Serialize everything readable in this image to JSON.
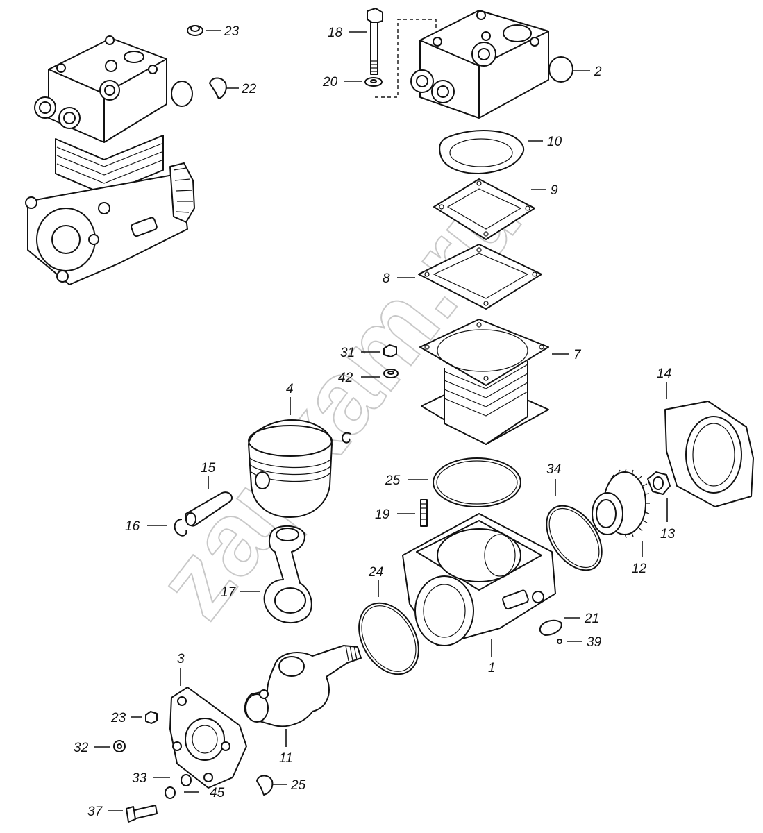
{
  "watermark": "zapkam.ru",
  "colors": {
    "ink": "#111111",
    "watermark": "#c8c8c8",
    "background": "#ffffff"
  },
  "labels": {
    "p1": "1",
    "p2": "2",
    "p3": "3",
    "p4": "4",
    "p7": "7",
    "p8": "8",
    "p9": "9",
    "p10": "10",
    "p11": "11",
    "p12": "12",
    "p13": "13",
    "p14": "14",
    "p15": "15",
    "p16": "16",
    "p17": "17",
    "p18": "18",
    "p19": "19",
    "p20": "20",
    "p21": "21",
    "p22": "22",
    "p23a": "23",
    "p23b": "23",
    "p24": "24",
    "p25a": "25",
    "p25b": "25",
    "p31": "31",
    "p32": "32",
    "p33": "33",
    "p34": "34",
    "p37": "37",
    "p39": "39",
    "p42": "42",
    "p45": "45"
  }
}
